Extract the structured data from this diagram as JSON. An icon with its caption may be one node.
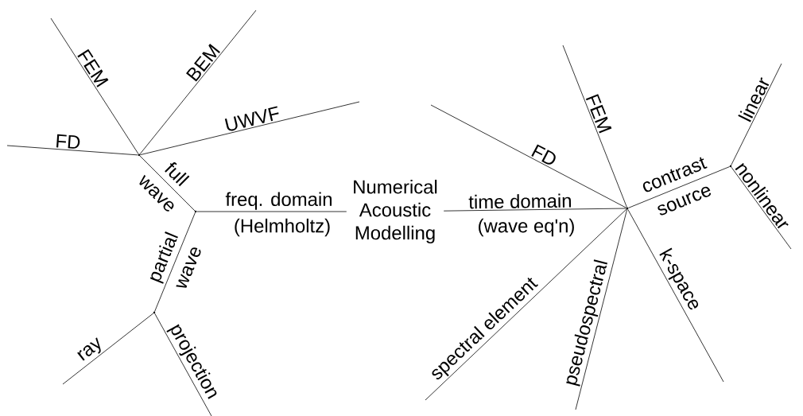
{
  "diagram": {
    "nodes": [
      {
        "text": [
          "Numerical Acoustic Modelling"
        ]
      },
      {
        "text": [],
        "shape": "point"
      },
      {
        "text": [],
        "shape": "point"
      },
      {
        "text": [],
        "shape": "point"
      },
      {
        "text": [],
        "shape": "point"
      },
      {
        "text": [],
        "shape": "point"
      }
    ],
    "edges": [
      {
        "from": 0,
        "to": 1,
        "arrow": "none",
        "label": "freq. domain"
      },
      {
        "from": 1,
        "to": 2,
        "arrow": "none",
        "label": "full wave"
      },
      {
        "from": 2,
        "to": null,
        "arrow": "none",
        "label": "FD"
      },
      {
        "from": 2,
        "to": null,
        "arrow": "none",
        "label": "FEM"
      },
      {
        "from": 2,
        "to": null,
        "arrow": "none",
        "label": "BEM"
      },
      {
        "from": 2,
        "to": null,
        "arrow": "none",
        "label": "UWVF"
      },
      {
        "from": 1,
        "to": 3,
        "arrow": "none",
        "label": "partial wave"
      },
      {
        "from": 3,
        "to": null,
        "arrow": "none",
        "label": "ray"
      },
      {
        "from": 3,
        "to": null,
        "arrow": "none",
        "label": "projection"
      },
      {
        "from": 0,
        "to": 4,
        "arrow": "none",
        "label": "time domain"
      },
      {
        "from": 4,
        "to": null,
        "arrow": "none",
        "label": "FD"
      },
      {
        "from": 4,
        "to": null,
        "arrow": "none",
        "label": "FEM"
      },
      {
        "from": 4,
        "to": 5,
        "arrow": "none",
        "label": "contrast source"
      },
      {
        "from": 5,
        "to": null,
        "arrow": "none",
        "label": "linear"
      },
      {
        "from": 5,
        "to": null,
        "arrow": "none",
        "label": "nonlinear"
      },
      {
        "from": 4,
        "to": null,
        "arrow": "none",
        "label": "spectral element"
      },
      {
        "from": 4,
        "to": null,
        "arrow": "none",
        "label": "pseudospectral"
      },
      {
        "from": 4,
        "to": null,
        "arrow": "none",
        "label": "k-space"
      }
    ],
    "labels": [
      "(Helmholtz)",
      "(wave eq'n)"
    ]
  }
}
